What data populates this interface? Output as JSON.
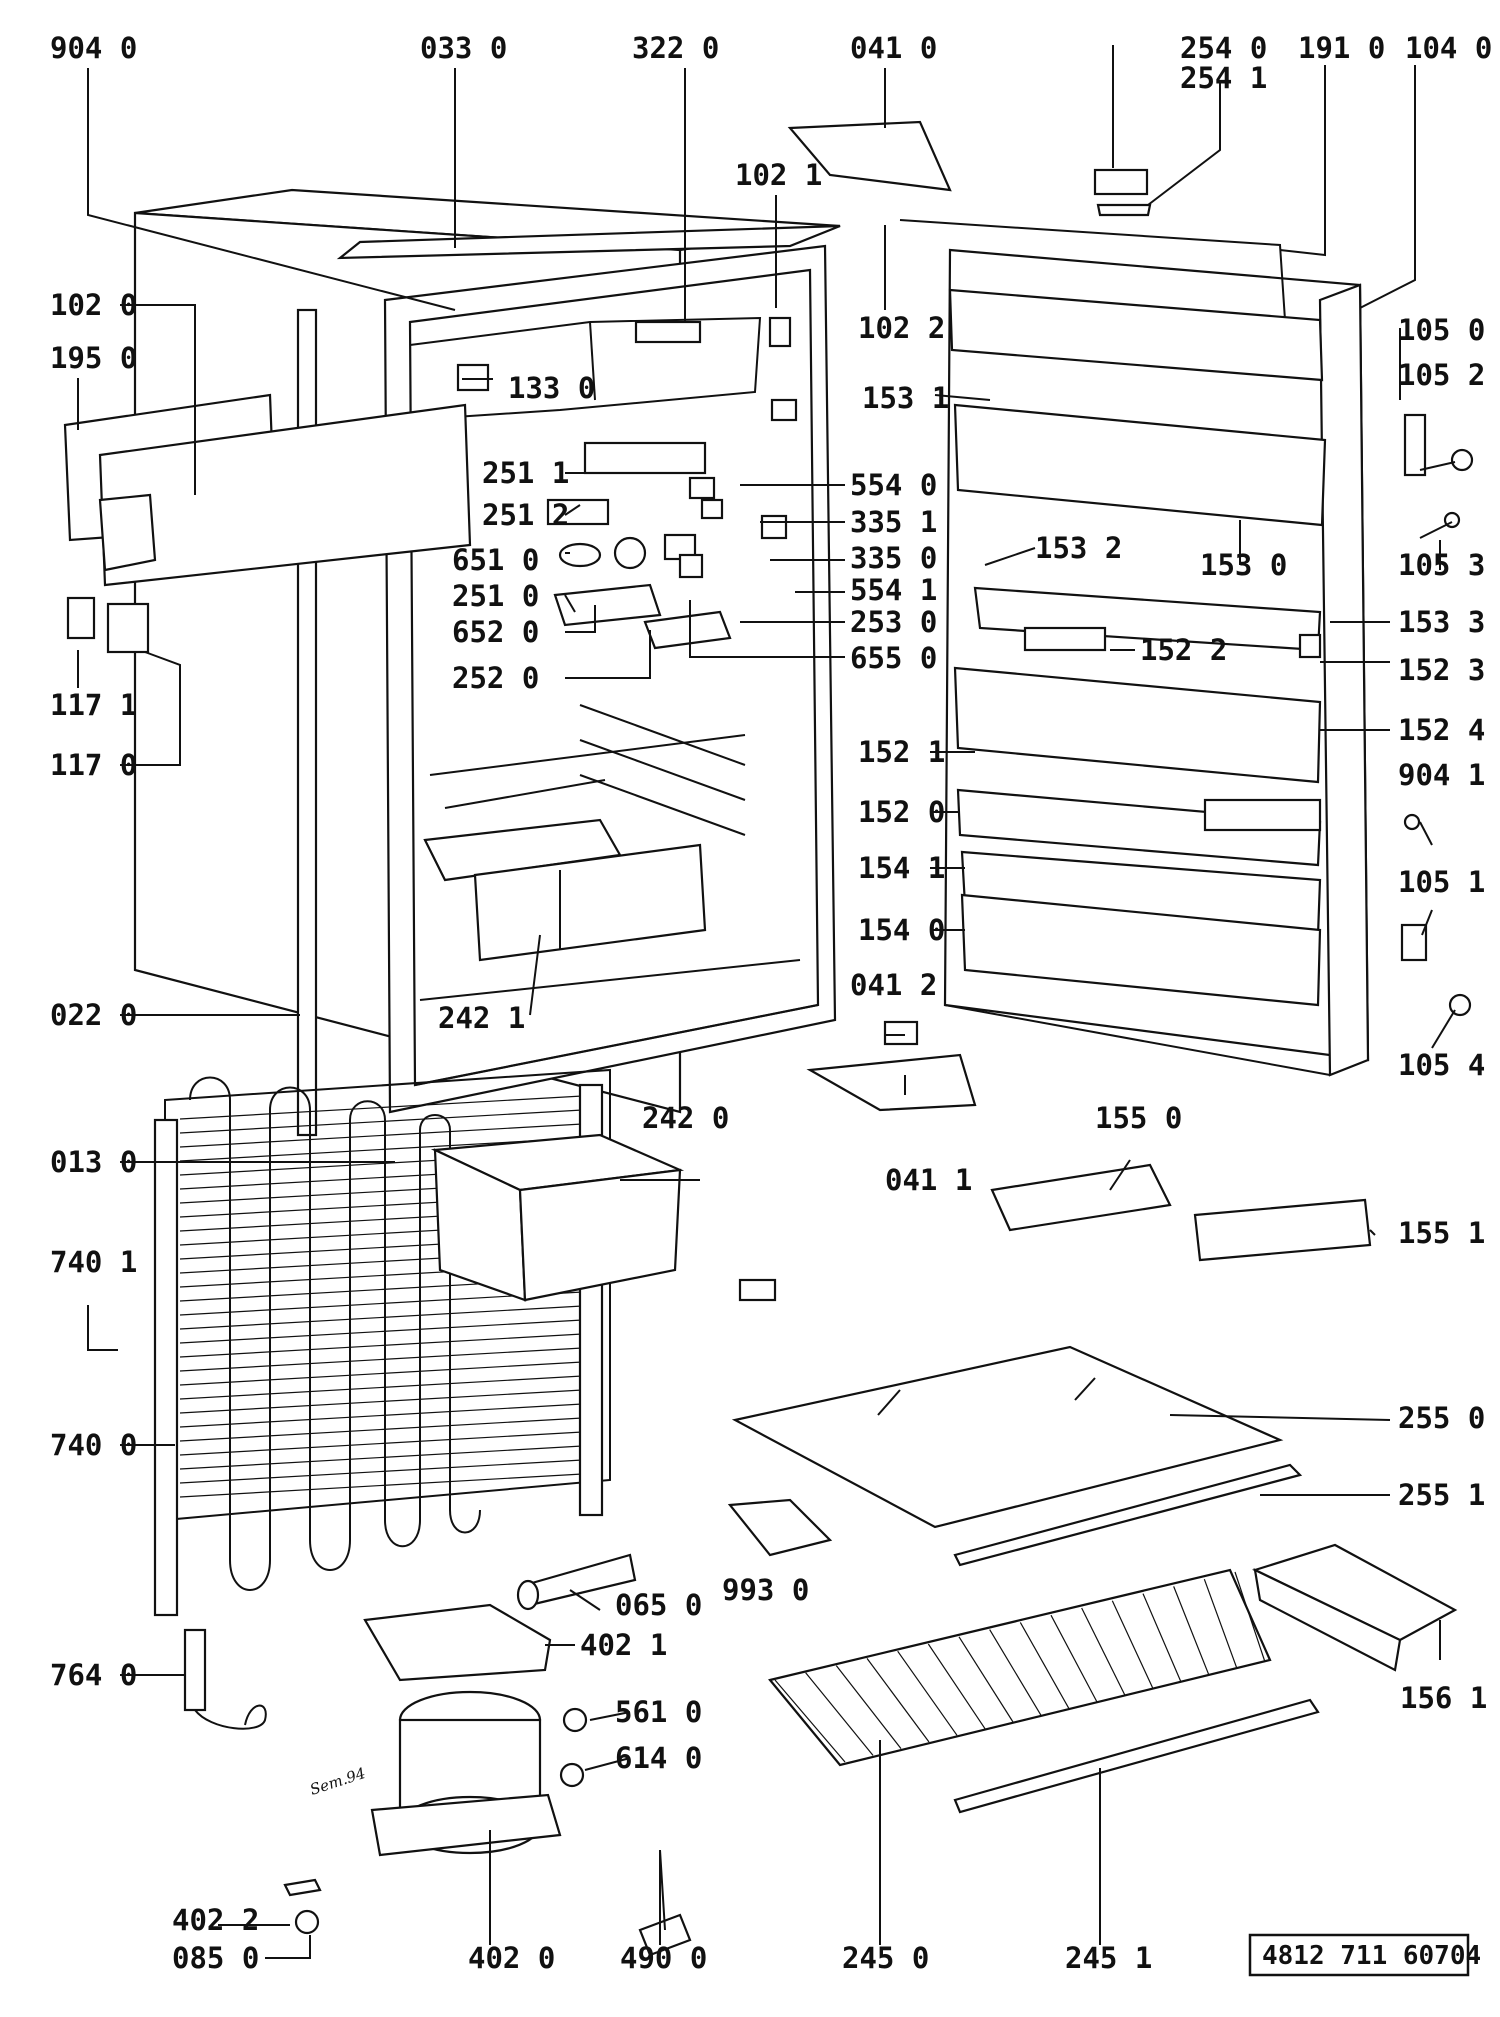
{
  "document_number": "4812 711 60704",
  "handwritten_note": "Sem.94",
  "labels": [
    "904 0",
    "033 0",
    "322 0",
    "041 0",
    "254 0",
    "254 1",
    "191 0",
    "104 0",
    "102 1",
    "102 0",
    "195 0",
    "102 2",
    "133 0",
    "153 1",
    "105 0",
    "105 2",
    "251 1",
    "554 0",
    "251 2",
    "335 1",
    "651 0",
    "335 0",
    "251 0",
    "554 1",
    "652 0",
    "253 0",
    "252 0",
    "655 0",
    "153 2",
    "153 0",
    "105 3",
    "153 3",
    "152 2",
    "152 3",
    "152 4",
    "117 1",
    "117 0",
    "152 1",
    "904 1",
    "152 0",
    "154 1",
    "105 1",
    "154 0",
    "242 1",
    "041 2",
    "022 0",
    "105 4",
    "242 0",
    "013 0",
    "041 1",
    "155 0",
    "155 1",
    "740 1",
    "255 0",
    "740 0",
    "255 1",
    "065 0",
    "993 0",
    "402 1",
    "764 0",
    "156 1",
    "561 0",
    "614 0",
    "402 2",
    "085 0",
    "402 0",
    "490 0",
    "245 0",
    "245 1"
  ]
}
